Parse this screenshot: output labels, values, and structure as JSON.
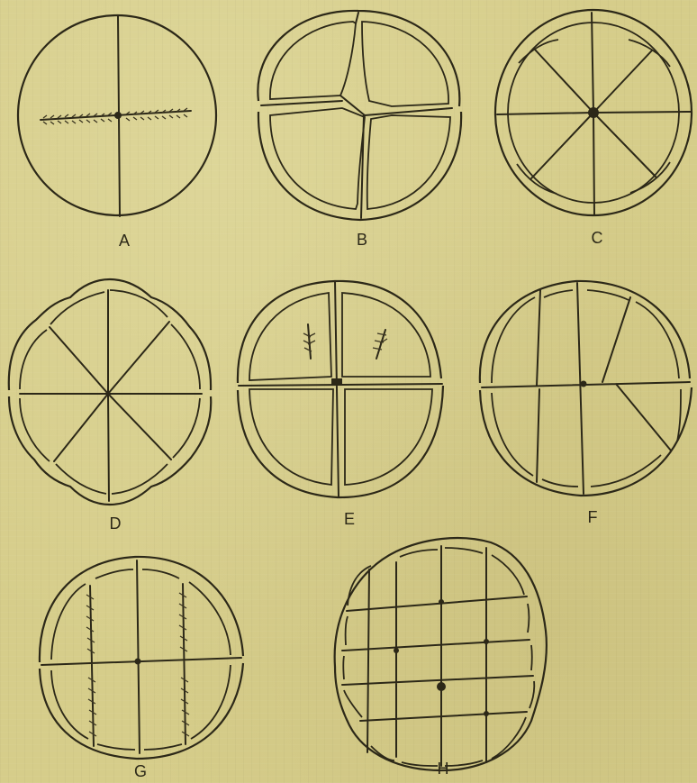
{
  "figures": [
    {
      "id": "A",
      "label": "A"
    },
    {
      "id": "B",
      "label": "B"
    },
    {
      "id": "C",
      "label": "C"
    },
    {
      "id": "D",
      "label": "D"
    },
    {
      "id": "E",
      "label": "E"
    },
    {
      "id": "F",
      "label": "F"
    },
    {
      "id": "G",
      "label": "G"
    },
    {
      "id": "H",
      "label": "H"
    }
  ]
}
